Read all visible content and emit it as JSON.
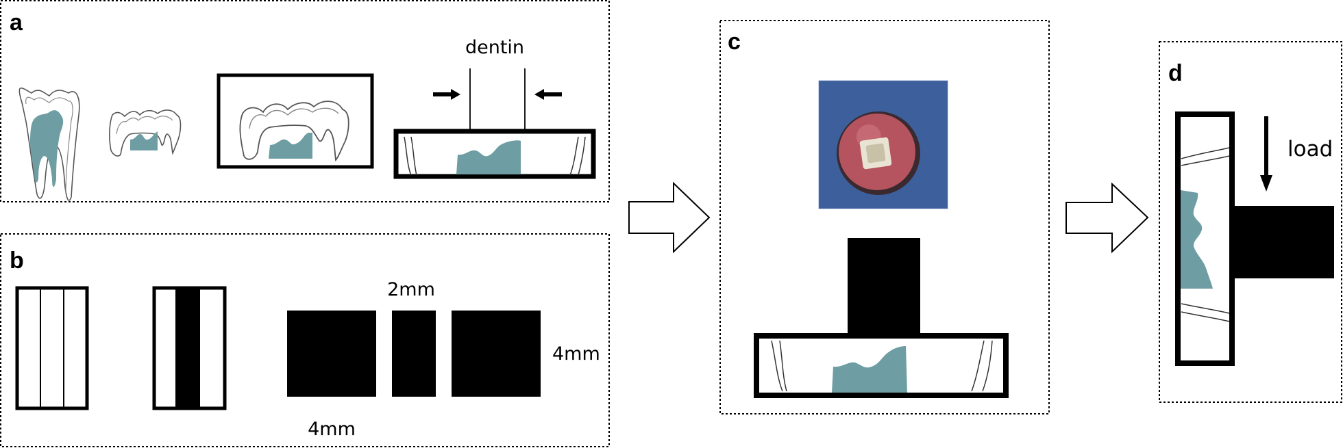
{
  "panels": {
    "a": {
      "label": "a",
      "dentin_label": "dentin"
    },
    "b": {
      "label": "b",
      "dim_top": "2mm",
      "dim_right": "4mm",
      "dim_bottom": "4mm"
    },
    "c": {
      "label": "c"
    },
    "d": {
      "label": "d",
      "load_label": "load"
    }
  },
  "colors": {
    "pulp": "#6e9ea3",
    "specimen_resin": "#b5545f",
    "specimen_background": "#3d5f9c",
    "dentin_core": "#e9e3d3"
  }
}
